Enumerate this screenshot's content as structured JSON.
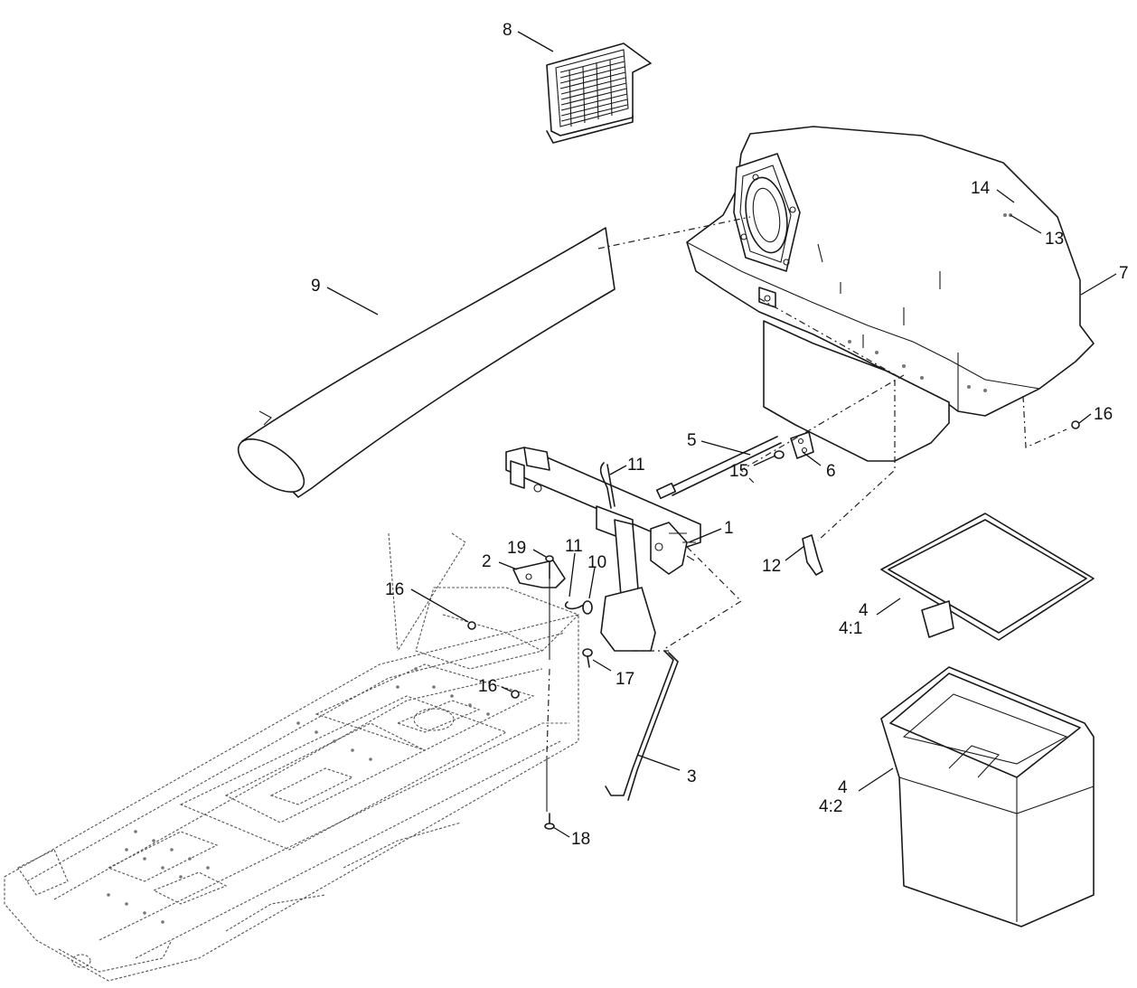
{
  "callouts": {
    "c8": "8",
    "c14": "14",
    "c13": "13",
    "c7": "7",
    "c9": "9",
    "c16a": "16",
    "c5": "5",
    "c11a": "11",
    "c15": "15",
    "c6": "6",
    "c1": "1",
    "c19": "19",
    "c11b": "11",
    "c2": "2",
    "c10": "10",
    "c12": "12",
    "c16b": "16",
    "c4a": "4",
    "c41": "4:1",
    "c17": "17",
    "c16c": "16",
    "c3": "3",
    "c4b": "4",
    "c42": "4:2",
    "c18": "18"
  }
}
